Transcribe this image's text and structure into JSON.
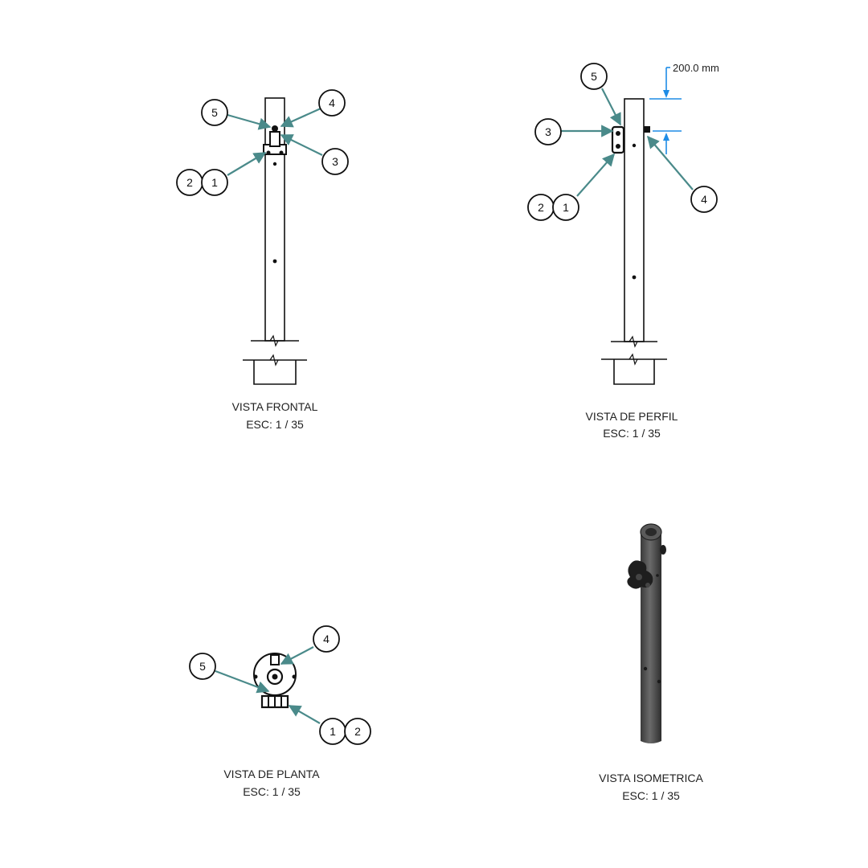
{
  "views": {
    "frontal": {
      "title": "VISTA FRONTAL",
      "scale": "ESC: 1 / 35"
    },
    "perfil": {
      "title": "VISTA DE PERFIL",
      "scale": "ESC: 1 / 35"
    },
    "planta": {
      "title": "VISTA DE PLANTA",
      "scale": "ESC: 1 / 35"
    },
    "isometrica": {
      "title": "VISTA ISOMETRICA",
      "scale": "ESC: 1 / 35"
    }
  },
  "dimension": {
    "label": "200.0 mm"
  },
  "balloons": {
    "frontal": [
      "5",
      "4",
      "3",
      "2",
      "1"
    ],
    "perfil": [
      "5",
      "3",
      "2",
      "1",
      "4"
    ],
    "planta": [
      "4",
      "5",
      "1",
      "2"
    ]
  },
  "colors": {
    "leader": "#4a8a8a",
    "dimension": "#1e8ce6",
    "line": "#111111"
  }
}
